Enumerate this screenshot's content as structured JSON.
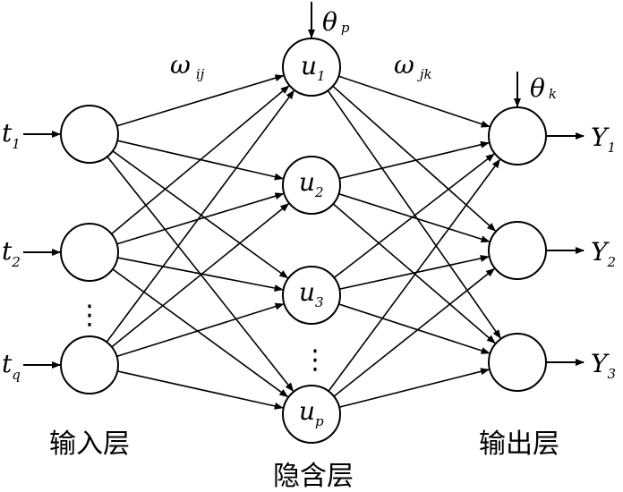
{
  "layers": {
    "input": {
      "label": "输入层",
      "signals": [
        {
          "base": "t",
          "sub": "1"
        },
        {
          "base": "t",
          "sub": "2"
        },
        {
          "base": "t",
          "sub": "q"
        }
      ]
    },
    "hidden": {
      "label": "隐含层",
      "nodes": [
        {
          "base": "u",
          "sub": "1"
        },
        {
          "base": "u",
          "sub": "2"
        },
        {
          "base": "u",
          "sub": "3"
        },
        {
          "base": "u",
          "sub": "p"
        }
      ],
      "threshold": {
        "base": "θ",
        "sub": "p"
      }
    },
    "output": {
      "label": "输出层",
      "signals": [
        {
          "base": "Y",
          "sub": "1"
        },
        {
          "base": "Y",
          "sub": "2"
        },
        {
          "base": "Y",
          "sub": "3"
        }
      ],
      "threshold": {
        "base": "θ",
        "sub": "k"
      }
    }
  },
  "weights": {
    "input_hidden": {
      "base": "ω",
      "sub": "ij"
    },
    "hidden_output": {
      "base": "ω",
      "sub": "jk"
    }
  },
  "ellipsis": "⋮"
}
